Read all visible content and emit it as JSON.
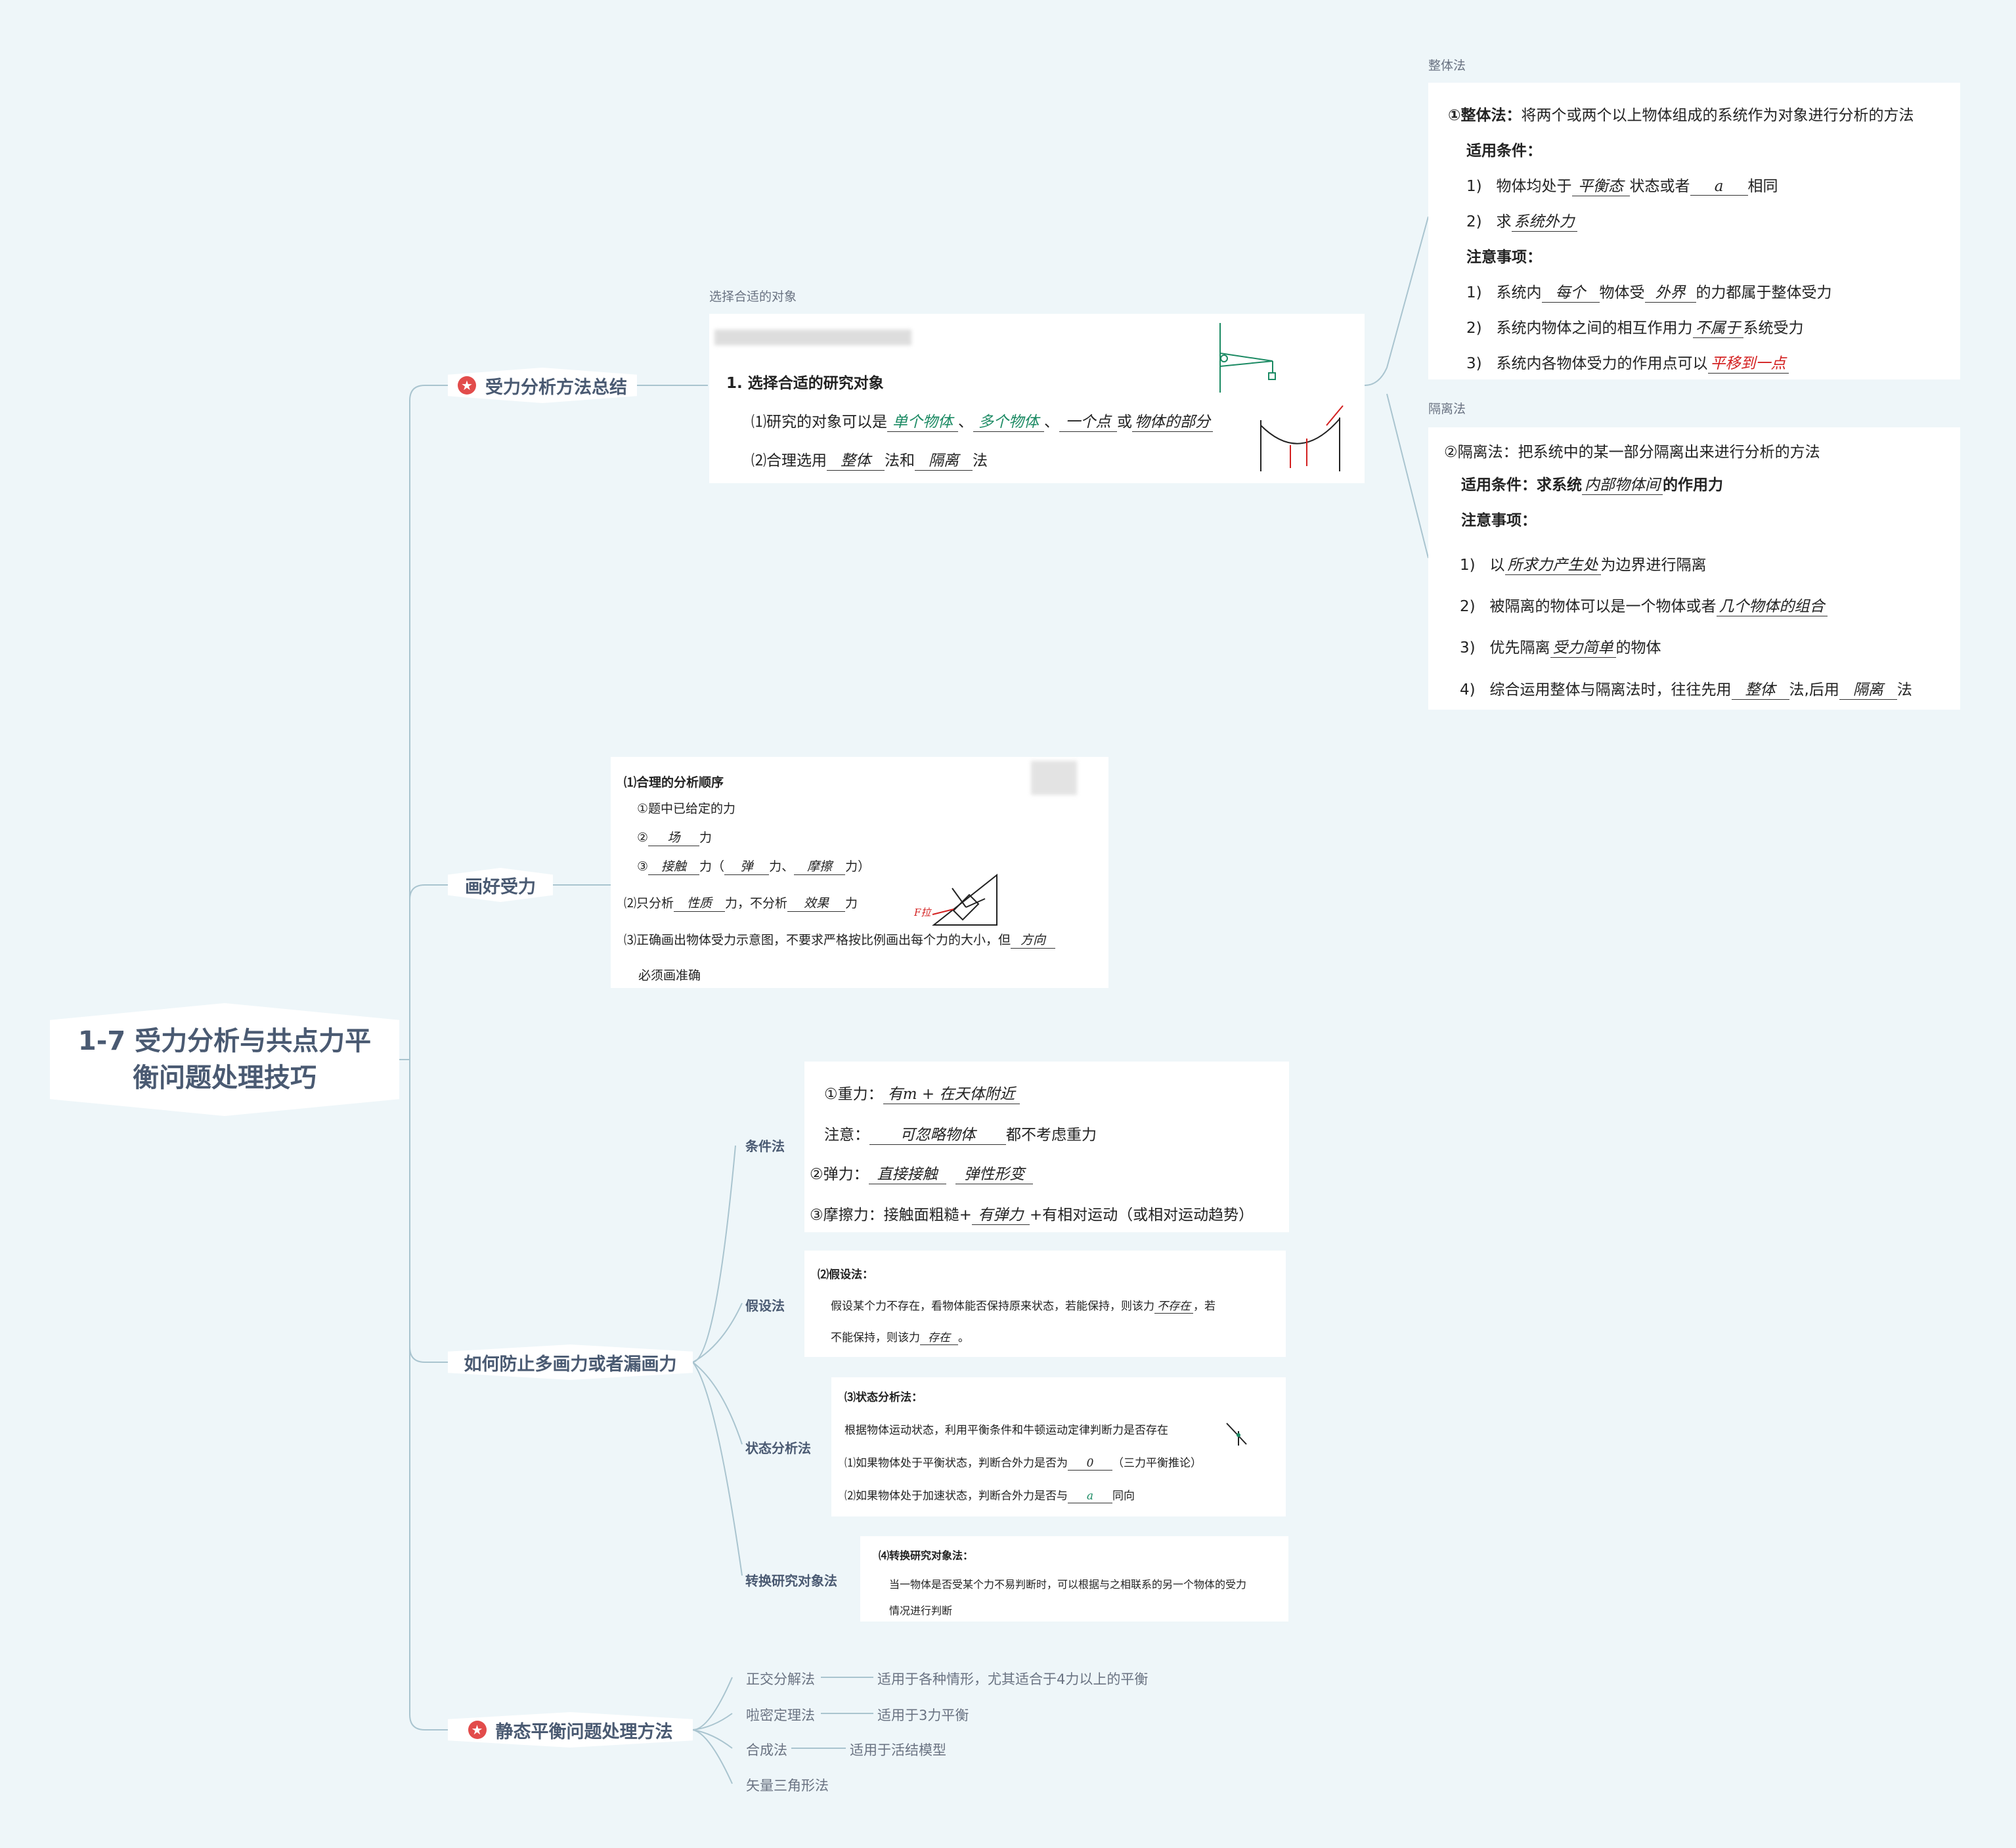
{
  "root": {
    "title_line1": "1-7 受力分析与共点力平",
    "title_line2": "衡问题处理技巧"
  },
  "branches": {
    "methods_summary": "受力分析方法总结",
    "draw_force": "画好受力",
    "prevent": "如何防止多画力或者漏画力",
    "static": "静态平衡问题处理方法"
  },
  "select": {
    "caption": "选择合适的对象",
    "heading": "1.  选择合适的研究对象",
    "line1_prefix": "⑴研究的对象可以是",
    "line1_blanks": [
      "单个物体",
      "多个物体",
      "一个点",
      "物体的部分"
    ],
    "sep1": "、",
    "sep2": "、",
    "or": "或",
    "line2_prefix": "⑵合理选用",
    "line2_blank1": "整体",
    "line2_mid": "法和",
    "line2_blank2": "隔离",
    "line2_suffix": "法"
  },
  "whole": {
    "caption": "整体法",
    "title_bold": "①整体法：",
    "title_rest": "将两个或两个以上物体组成的系统作为对象进行分析的方法",
    "cond_label": "适用条件：",
    "c1_num": "1)",
    "c1_a": "物体均处于",
    "c1_b1": "平衡态",
    "c1_b": "状态或者",
    "c1_b2": "a",
    "c1_c": "相同",
    "c2_num": "2)",
    "c2_a": "求",
    "c2_b1": "系统外力",
    "note_label": "注意事项：",
    "n1_num": "1)",
    "n1_a": "系统内",
    "n1_b1": "每个",
    "n1_b": "物体受",
    "n1_b2": "外界",
    "n1_c": "的力都属于整体受力",
    "n2_num": "2)",
    "n2_a": "系统内物体之间的相互作用力",
    "n2_b1": "不属于",
    "n2_c": "系统受力",
    "n3_num": "3)",
    "n3_a": "系统内各物体受力的作用点可以",
    "n3_b1": "平移到一点"
  },
  "isolate": {
    "caption": "隔离法",
    "title": "②隔离法：把系统中的某一部分隔离出来进行分析的方法",
    "cond_a": "适用条件：求系统",
    "cond_b1": "内部物体间",
    "cond_c": "的作用力",
    "note_label": "注意事项：",
    "n1_num": "1)",
    "n1_a": "以",
    "n1_b1": "所求力产生处",
    "n1_c": "为边界进行隔离",
    "n2_num": "2)",
    "n2_a": "被隔离的物体可以是一个物体或者",
    "n2_b1": "几个物体的组合",
    "n3_num": "3)",
    "n3_a": "优先隔离",
    "n3_b1": "受力简单",
    "n3_c": "的物体",
    "n4_num": "4)",
    "n4_a": "综合运用整体与隔离法时，往往先用",
    "n4_b1": "整体",
    "n4_b": "法,后用",
    "n4_b2": "隔离",
    "n4_c": "法"
  },
  "draw": {
    "h1": "⑴合理的分析顺序",
    "l1": "①题中已给定的力",
    "l2_a": "②",
    "l2_b1": "场",
    "l2_c": "力",
    "l3_a": "③",
    "l3_b1": "接触",
    "l3_b": "力（",
    "l3_b2": "弹",
    "l3_c": "力、",
    "l3_b3": "摩擦",
    "l3_d": "力）",
    "l4_a": "⑵只分析",
    "l4_b1": "性质",
    "l4_b": "力，不分析",
    "l4_b2": "效果",
    "l4_c": "力",
    "l5_a": "⑶正确画出物体受力示意图，不要求严格按比例画出每个力的大小，但",
    "l5_b1": "方向",
    "l6": "必须画准确",
    "sketch_label": "F拉"
  },
  "prevent_methods": {
    "cond": {
      "label": "条件法",
      "l1_a": "①重力：",
      "l1_b1": "有m + 在天体附近",
      "l2_a": "注意：",
      "l2_b1": "可忽略物体",
      "l2_c": "都不考虑重力",
      "l3_a": "②弹力：",
      "l3_b1": "直接接触",
      "l3_b2": "弹性形变",
      "l4_a": "③摩擦力：接触面粗糙+",
      "l4_b1": "有弹力",
      "l4_c": "+有相对运动（或相对运动趋势）"
    },
    "assume": {
      "label": "假设法",
      "h": "⑵假设法：",
      "l1": "假设某个力不存在，看物体能否保持原来状态，若能保持，则该力",
      "l1_b1": "不存在",
      "l1_c": "，若",
      "l2": "不能保持，则该力",
      "l2_b1": "存在",
      "l2_c": "。"
    },
    "state": {
      "label": "状态分析法",
      "h": "⑶状态分析法：",
      "l1": "根据物体运动状态，利用平衡条件和牛顿运动定律判断力是否存在",
      "l2_a": "⑴如果物体处于平衡状态，判断合外力是否为",
      "l2_b1": "0",
      "l2_c": "（三力平衡推论）",
      "l3_a": "⑵如果物体处于加速状态，判断合外力是否与",
      "l3_b1": "a",
      "l3_c": "同向"
    },
    "switch": {
      "label": "转换研究对象法",
      "h": "⑷转换研究对象法：",
      "l1": "当一物体是否受某个力不易判断时，可以根据与之相联系的另一个物体的受力",
      "l2": "情况进行判断"
    }
  },
  "static_methods": [
    {
      "name": "正交分解法",
      "note": "适用于各种情形，尤其适合于4力以上的平衡"
    },
    {
      "name": "啦密定理法",
      "note": "适用于3力平衡"
    },
    {
      "name": "合成法",
      "note": "适用于活结模型"
    },
    {
      "name": "矢量三角形法",
      "note": ""
    }
  ],
  "colors": {
    "bg": "#eef6f9",
    "branch_text": "#4a5a72",
    "line": "#a9c4cf",
    "accent_red": "#e24c4b",
    "hand_green": "#1b8a63",
    "hand_red": "#d32020"
  },
  "icons": {
    "branch_star": "star-icon"
  }
}
